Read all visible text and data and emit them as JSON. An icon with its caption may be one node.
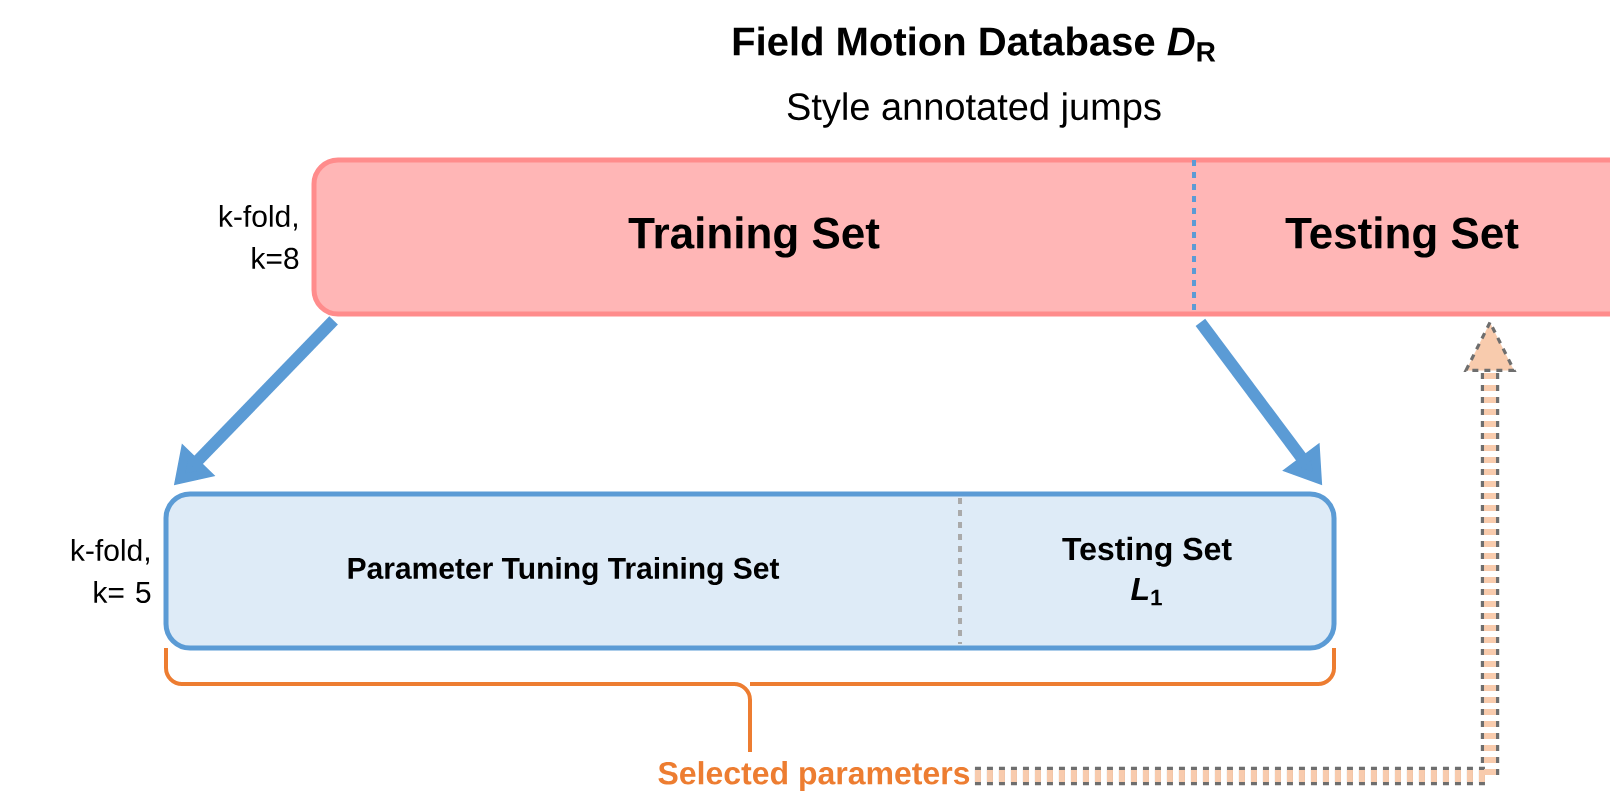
{
  "diagram": {
    "title": "Field Motion Database *D*$_{R}$",
    "nodes": [
      {
        "text": [
          "Training Set"
        ],
        "beside": [
          "k-fold, k=8"
        ]
      },
      {
        "text": [
          "Testing Set"
        ]
      },
      {
        "text": [
          "Parameter Tuning Training Set"
        ],
        "beside": [
          "k-fold, k= 5"
        ]
      },
      {
        "text": [
          "Testing Set",
          "*L*$_{1}$"
        ]
      },
      {
        "text": [
          "Selected parameters"
        ]
      }
    ],
    "edges": [
      {
        "from": 0,
        "to": 2,
        "arrow": "to"
      },
      {
        "from": 0,
        "to": 3,
        "arrow": "to"
      },
      {
        "from": 4,
        "to": 1,
        "arrow": "to",
        "style": "dashed",
        "color": "#6e6e6e"
      }
    ],
    "labels": [
      "Style annotated jumps"
    ]
  }
}
